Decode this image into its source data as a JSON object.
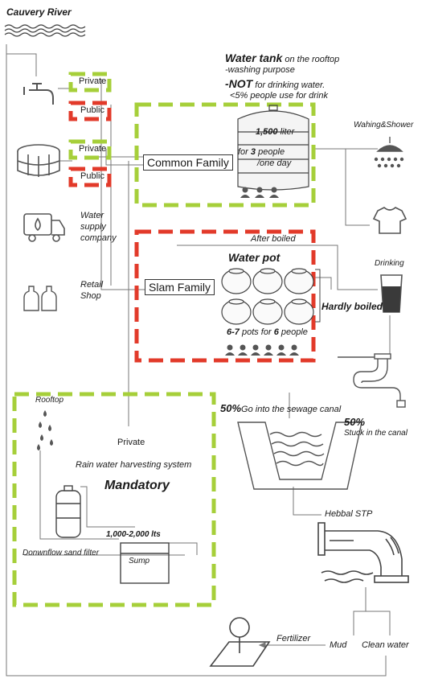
{
  "title": "Cauvery River",
  "sources": {
    "private_1": "Private",
    "public_1": "Public",
    "private_2": "Private",
    "public_2": "Public",
    "water_supply": [
      "Water",
      "supply",
      "company"
    ],
    "retail": [
      "Retail",
      "Shop"
    ]
  },
  "families": {
    "common": "Common Family",
    "slam": "Slam Family"
  },
  "tank": {
    "title": "Water tank",
    "title_suffix": " on the rooftop",
    "line2": "-washing purpose",
    "not_word": "-NOT",
    "not_rest": " for drinking water.",
    "line4": "<5% people use for drink",
    "liter_bold": "1,500",
    "liter_rest": " liter",
    "people_pre": "for ",
    "people_bold": "3",
    "people_rest": " people",
    "day": "/one day"
  },
  "uses": {
    "washing": "Wahing&Shower",
    "drinking": "Drinking",
    "after_boiled": "After boiled",
    "hardly_boiled": "Hardly boiled"
  },
  "pot": {
    "title": "Water pot",
    "count_bold": "6-7",
    "count_mid": " pots for ",
    "count_bold2": "6",
    "count_rest": " people"
  },
  "sewage": {
    "pct1": "50%",
    "text1": "Go into the sewage canal",
    "pct2": "50%",
    "text2": "Stuck in the canal"
  },
  "rain": {
    "rooftop": "Rooftop",
    "private": "Private",
    "system": "Rain water harvesting system",
    "mandatory": "Mandatory",
    "capacity": "1,000-2,000 lts",
    "filter": "Donwnflow sand filter",
    "sump": "Sump"
  },
  "stp": {
    "name": "Hebbal STP",
    "mud": "Mud",
    "clean": "Clean water",
    "fertilizer": "Fertilizer"
  },
  "colors": {
    "green": "#a6cf3a",
    "red": "#e23a2a",
    "line": "#666666",
    "icon": "#555555"
  }
}
